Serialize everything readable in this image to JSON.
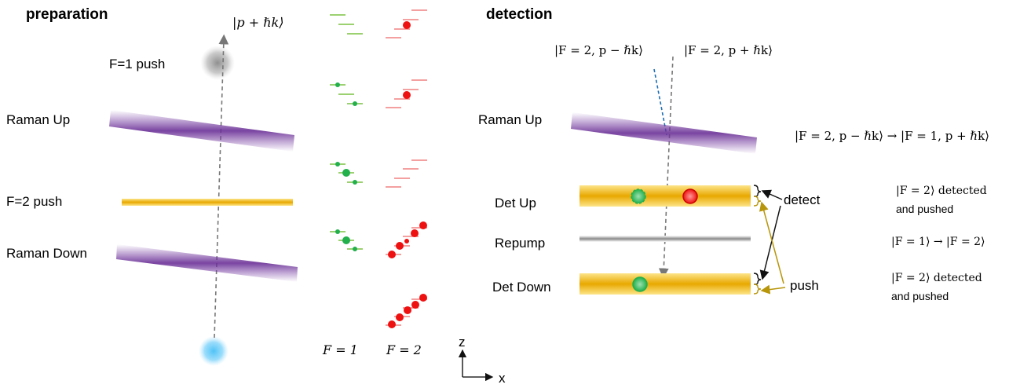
{
  "preparation": {
    "title": "preparation",
    "state_label": "|p + ℏk⟩",
    "labels": {
      "f1_push": "F=1 push",
      "raman_up": "Raman Up",
      "f2_push": "F=2 push",
      "raman_down": "Raman Down"
    }
  },
  "levels": {
    "f1_label": "F = 1",
    "f2_label": "F = 2"
  },
  "axes": {
    "z": "z",
    "x": "x"
  },
  "detection": {
    "title": "detection",
    "state_minus": "|F = 2, p − ℏk⟩",
    "state_plus": "|F = 2, p + ℏk⟩",
    "labels": {
      "raman_up": "Raman Up",
      "det_up": "Det Up",
      "repump": "Repump",
      "det_down": "Det Down",
      "detect": "detect",
      "push": "push"
    },
    "notes": {
      "transition": "|F = 2, p − ℏk⟩ → |F = 1, p + ℏk⟩",
      "detected_1": "|F = 2⟩ detected",
      "pushed_1": "and pushed",
      "repump_note": "|F = 1⟩ → |F = 2⟩",
      "detected_2": "|F = 2⟩ detected",
      "pushed_2": "and pushed"
    }
  },
  "colors": {
    "raman": "#7a3fa6",
    "push_beam": "#e8a800",
    "f1_green": "#22b04c",
    "f2_red": "#ee1111",
    "blue_cloud": "#4fc3f7",
    "detect_arrow": "#111111",
    "push_arrow": "#b8960b"
  }
}
